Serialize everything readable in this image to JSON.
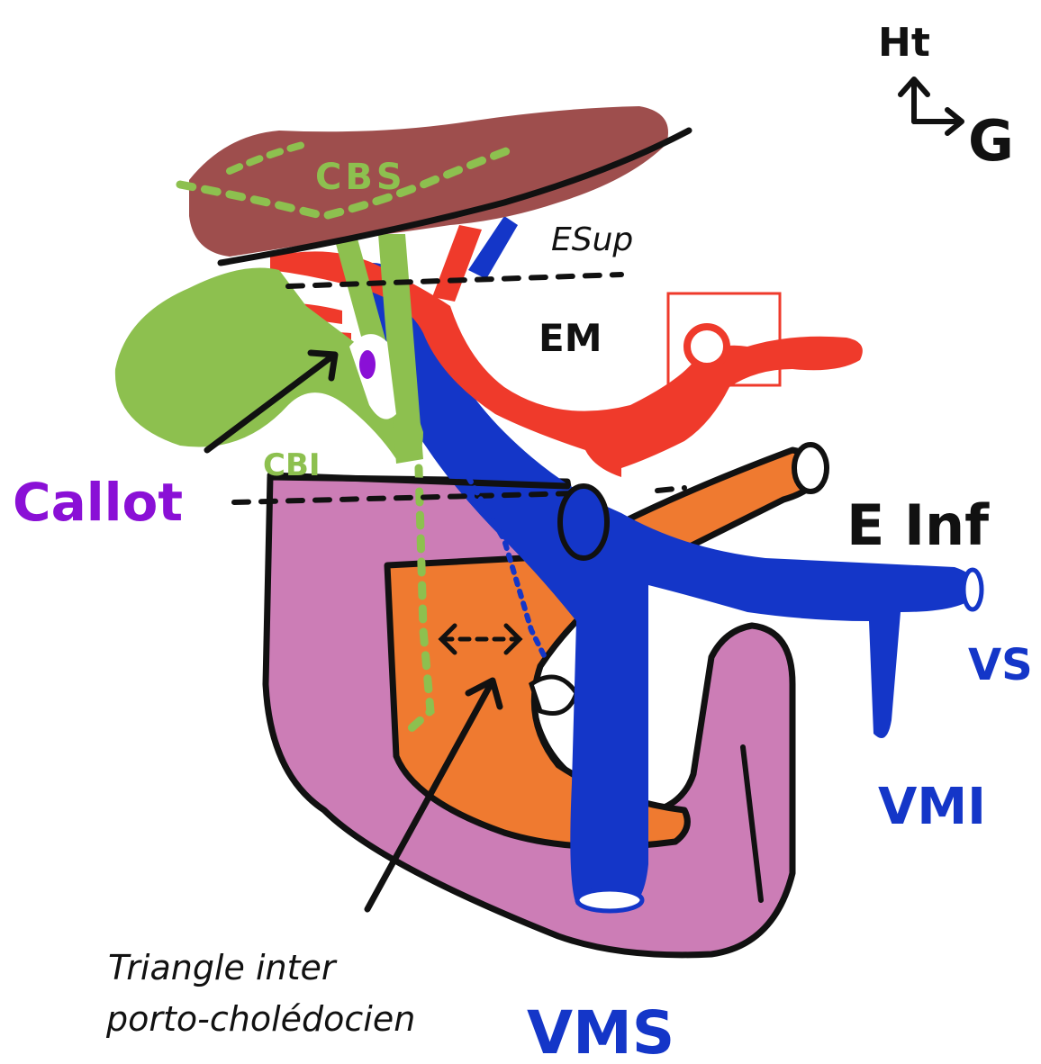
{
  "labels": {
    "cbs": "CBS",
    "esup": "ESup",
    "em": "EM",
    "callot": "Callot",
    "cbi": "CBI",
    "einf": "E Inf",
    "vs": "VS",
    "vmi": "VMI",
    "vms": "VMS",
    "triangle_line1": "Triangle inter",
    "triangle_line2": "porto-cholédocien",
    "orientation_up": "Ht",
    "orientation_left": "G"
  },
  "colors": {
    "liver": "#9e4e4d",
    "bile_duct": "#8dc04f",
    "artery": "#ef3a2b",
    "vein": "#1436c8",
    "pancreas": "#ef7a30",
    "duodenum": "#cc7db6",
    "callot": "#8a10d6",
    "outline": "#111111"
  }
}
